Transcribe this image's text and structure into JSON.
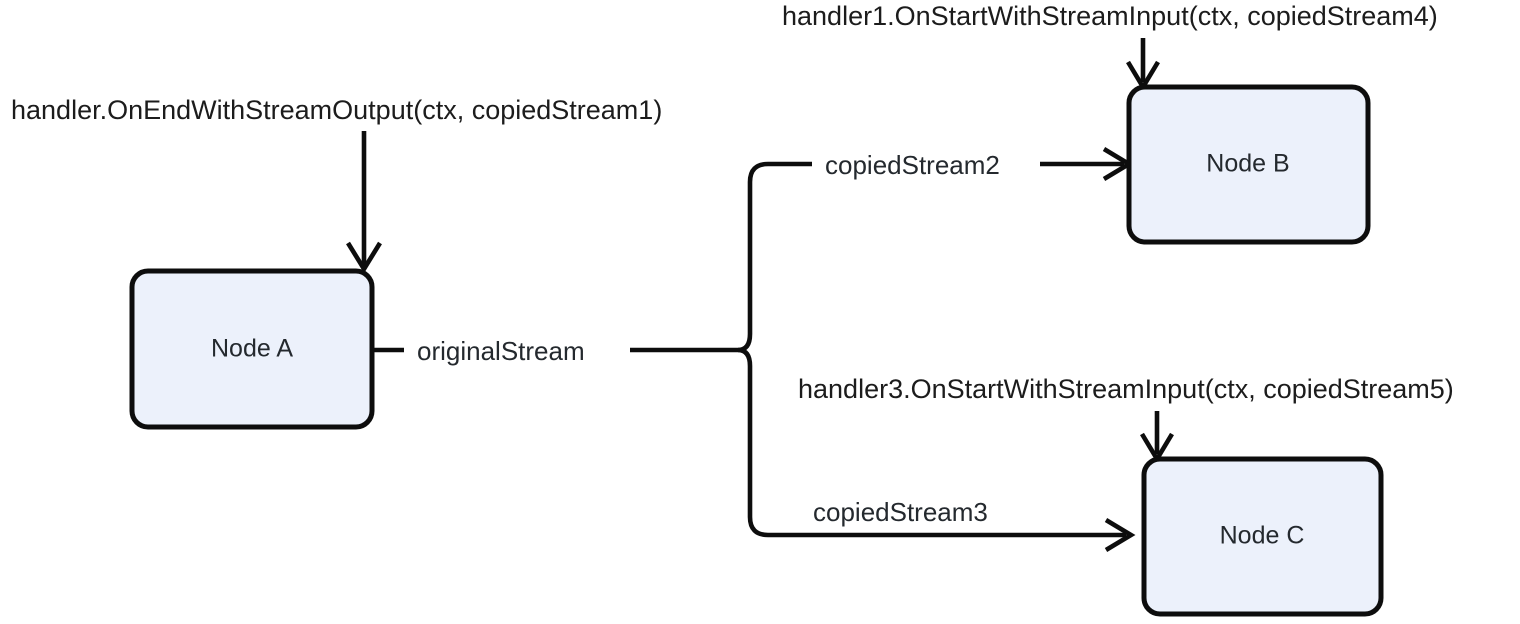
{
  "diagram": {
    "type": "flow-diagram",
    "background_color": "#ffffff",
    "node_fill_color": "#ecf1fb",
    "node_stroke_color": "#0d0d0d",
    "text_color": "#24292e",
    "nodes": [
      {
        "id": "node-a",
        "label": "Node A"
      },
      {
        "id": "node-b",
        "label": "Node B"
      },
      {
        "id": "node-c",
        "label": "Node C"
      }
    ],
    "edge_labels": {
      "original_stream": "originalStream",
      "copied_stream_2": "copiedStream2",
      "copied_stream_3": "copiedStream3"
    },
    "handler_labels": {
      "node_a_output": "handler.OnEndWithStreamOutput(ctx, copiedStream1)",
      "node_b_input": "handler1.OnStartWithStreamInput(ctx, copiedStream4)",
      "node_c_input": "handler3.OnStartWithStreamInput(ctx, copiedStream5)"
    }
  }
}
